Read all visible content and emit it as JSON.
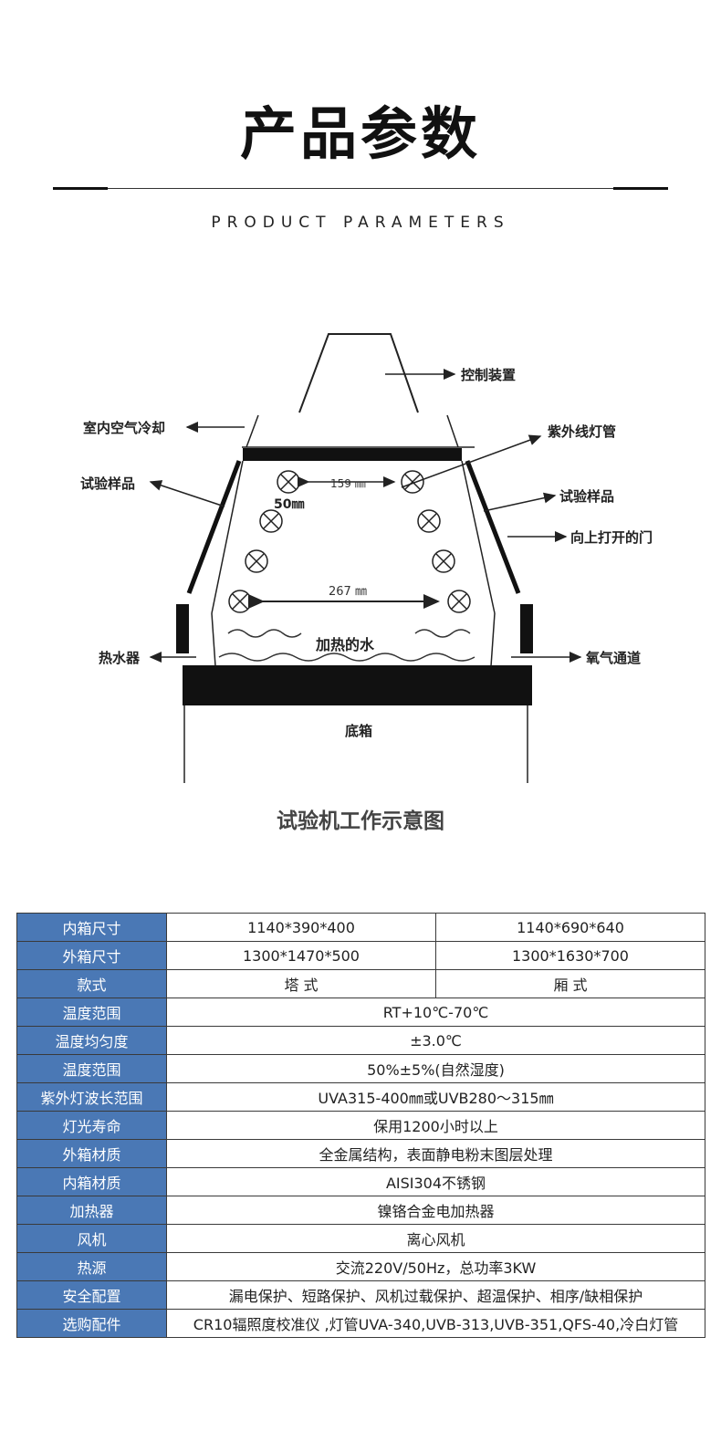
{
  "header": {
    "title": "产品参数",
    "subtitle": "PRODUCT PARAMETERS"
  },
  "diagram": {
    "labels": {
      "control": "控制装置",
      "indoor_cooling": "室内空气冷却",
      "uv_lamp": "紫外线灯管",
      "sample_left": "试验样品",
      "sample_right": "试验样品",
      "door": "向上打开的门",
      "heater": "热水器",
      "oxygen": "氧气通道",
      "base": "底箱",
      "water": "加热的水",
      "dim_top": "159 ㎜",
      "dim_bottom": "267 ㎜",
      "dim_side": "50㎜"
    },
    "caption": "试验机工作示意图"
  },
  "table": {
    "rows": [
      {
        "label": "内箱尺寸",
        "values": [
          "1140*390*400",
          "1140*690*640"
        ]
      },
      {
        "label": "外箱尺寸",
        "values": [
          "1300*1470*500",
          "1300*1630*700"
        ]
      },
      {
        "label": "款式",
        "values": [
          "塔 式",
          "厢 式"
        ]
      },
      {
        "label": "温度范围",
        "values": [
          "RT+10℃-70℃"
        ]
      },
      {
        "label": "温度均匀度",
        "values": [
          "±3.0℃"
        ]
      },
      {
        "label": "温度范围",
        "values": [
          "50%±5%(自然湿度)"
        ]
      },
      {
        "label": "紫外灯波长范围",
        "values": [
          "UVA315-400㎜或UVB280～315㎜"
        ]
      },
      {
        "label": "灯光寿命",
        "values": [
          "保用1200小时以上"
        ]
      },
      {
        "label": "外箱材质",
        "values": [
          "全金属结构，表面静电粉末图层处理"
        ]
      },
      {
        "label": "内箱材质",
        "values": [
          "AISI304不锈钢"
        ]
      },
      {
        "label": "加热器",
        "values": [
          "镍铬合金电加热器"
        ]
      },
      {
        "label": "风机",
        "values": [
          "离心风机"
        ]
      },
      {
        "label": "热源",
        "values": [
          "交流220V/50Hz，总功率3KW"
        ]
      },
      {
        "label": "安全配置",
        "values": [
          "漏电保护、短路保护、风机过载保护、超温保护、相序/缺相保护"
        ]
      },
      {
        "label": "选购配件",
        "values": [
          "CR10辐照度校准仪 ,灯管UVA-340,UVB-313,UVB-351,QFS-40,冷白灯管"
        ]
      }
    ]
  }
}
